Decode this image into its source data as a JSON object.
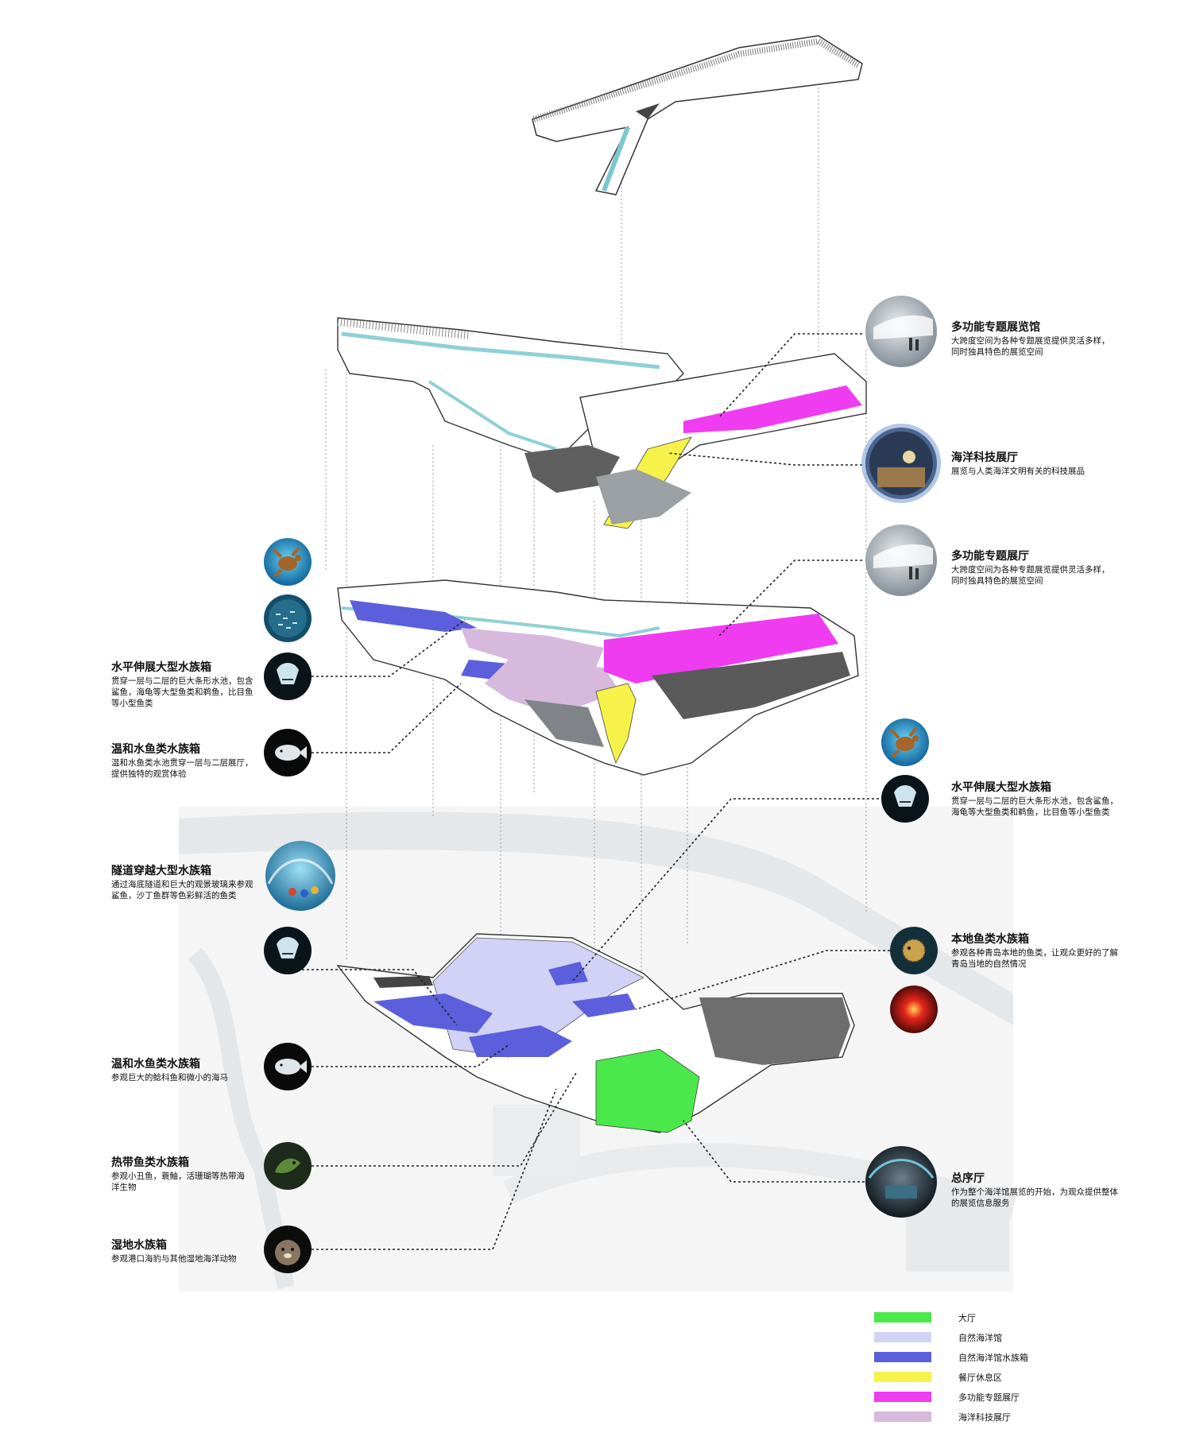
{
  "annotations": {
    "multi_hall_top": {
      "title": "多功能专题展览馆",
      "desc": "大跨度空间为各种专题展览提供灵活多样，同时独具特色的展览空间"
    },
    "tech_hall": {
      "title": "海洋科技展厅",
      "desc": "展览与人类海洋文明有关的科技展品"
    },
    "multi_hall_mid": {
      "title": "多功能专题展厅",
      "desc": "大跨度空间为各种专题展览提供灵活多样，同时独具特色的展览空间"
    },
    "horiz_tank_left": {
      "title": "水平伸展大型水族箱",
      "desc": "贯穿一层与二层的巨大条形水池，包含鲨鱼，海龟等大型鱼类和鹈鱼，比目鱼等小型鱼类"
    },
    "mild_tank_mid": {
      "title": "温和水鱼类水族箱",
      "desc": "温和水鱼类水池贯穿一层与二层展厅，提供独特的观赏体验"
    },
    "horiz_tank_right": {
      "title": "水平伸展大型水族箱",
      "desc": "贯穿一层与二层的巨大条形水池，包含鲨鱼，海龟等大型鱼类和鹈鱼，比目鱼等小型鱼类"
    },
    "tunnel_tank": {
      "title": "隧道穿越大型水族箱",
      "desc": "通过海底隧道和巨大的观景玻璃来参观鲨鱼，沙丁鱼群等色彩鲜活的鱼类"
    },
    "local_tank": {
      "title": "本地鱼类水族箱",
      "desc": "参观各种青岛本地的鱼类，让观众更好的了解青岛当地的自然情况"
    },
    "mild_tank_low": {
      "title": "温和水鱼类水族箱",
      "desc": "参观巨大的鲶科鱼和微小的海马"
    },
    "tropical_tank": {
      "title": "热带鱼类水族箱",
      "desc": "参观小丑鱼，蓑鲉，活珊瑚等热带海洋生物"
    },
    "main_lobby": {
      "title": "总序厅",
      "desc": "作为整个海洋馆展览的开始，为观众提供整体的展览信息服务"
    },
    "wetland_tank": {
      "title": "湿地水族箱",
      "desc": "参观港口海豹与其他湿地海洋动物"
    }
  },
  "legend": [
    {
      "label": "大厅",
      "color": "#4be84b"
    },
    {
      "label": "自然海洋馆",
      "color": "#d2d2f6"
    },
    {
      "label": "自然海洋馆水族箱",
      "color": "#5b5fdc"
    },
    {
      "label": "餐厅休息区",
      "color": "#f6f24a"
    },
    {
      "label": "多功能专题展厅",
      "color": "#f03cf0"
    },
    {
      "label": "海洋科技展厅",
      "color": "#d6b9dc"
    }
  ],
  "icons": [
    "photo-exhibit-hall",
    "photo-tech-hall",
    "sea-turtle-icon",
    "fish-school-icon",
    "shark-icon",
    "angelfish-icon",
    "tunnel-photo",
    "pufferfish-icon",
    "sea-anemone-icon",
    "iguana-icon",
    "otter-icon",
    "lobby-photo"
  ]
}
